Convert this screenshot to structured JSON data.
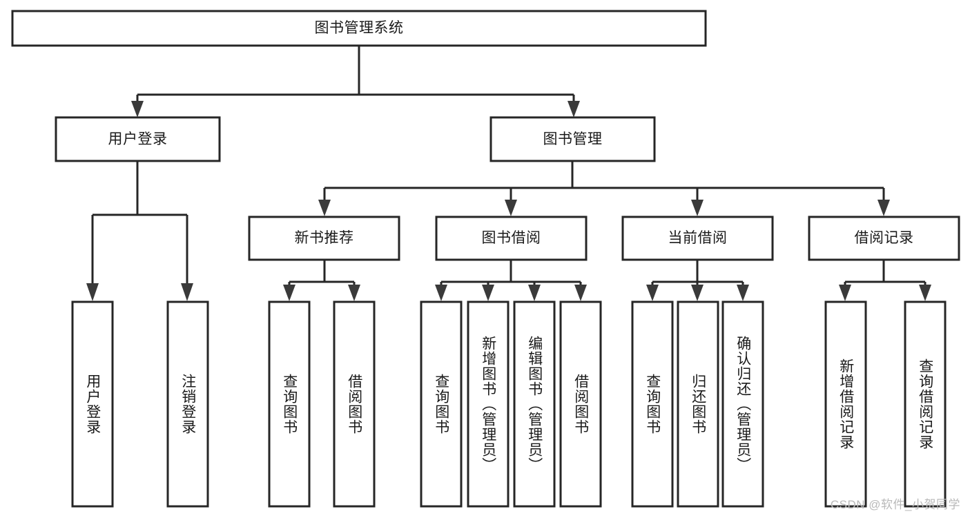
{
  "diagram": {
    "type": "tree-hierarchy-chart",
    "title": "图书管理系统",
    "background_color": "#ffffff",
    "box_stroke_color": "#262626",
    "text_color": "#1a1a1a",
    "nodes": {
      "root": {
        "label": "图书管理系统",
        "orientation": "horizontal"
      },
      "level2": [
        {
          "id": "user-login",
          "label": "用户登录",
          "orientation": "horizontal"
        },
        {
          "id": "book-manage",
          "label": "图书管理",
          "orientation": "horizontal"
        }
      ],
      "level3": [
        {
          "id": "new-book-recommend",
          "label": "新书推荐",
          "orientation": "horizontal"
        },
        {
          "id": "book-borrow",
          "label": "图书借阅",
          "orientation": "horizontal"
        },
        {
          "id": "current-borrow",
          "label": "当前借阅",
          "orientation": "horizontal"
        },
        {
          "id": "borrow-record",
          "label": "借阅记录",
          "orientation": "horizontal"
        }
      ],
      "leaves": [
        {
          "id": "leaf-user-login",
          "label": "用户登录",
          "parent": "user-login",
          "orientation": "vertical"
        },
        {
          "id": "leaf-logout-login",
          "label": "注销登录",
          "parent": "user-login",
          "orientation": "vertical"
        },
        {
          "id": "leaf-query-book-1",
          "label": "查询图书",
          "parent": "new-book-recommend",
          "orientation": "vertical"
        },
        {
          "id": "leaf-borrow-book-1",
          "label": "借阅图书",
          "parent": "new-book-recommend",
          "orientation": "vertical"
        },
        {
          "id": "leaf-query-book-2",
          "label": "查询图书",
          "parent": "book-borrow",
          "orientation": "vertical"
        },
        {
          "id": "leaf-add-book",
          "label": "新增图书（管理员）",
          "parent": "book-borrow",
          "orientation": "vertical"
        },
        {
          "id": "leaf-edit-book",
          "label": "编辑图书（管理员）",
          "parent": "book-borrow",
          "orientation": "vertical"
        },
        {
          "id": "leaf-borrow-book-2",
          "label": "借阅图书",
          "parent": "book-borrow",
          "orientation": "vertical"
        },
        {
          "id": "leaf-query-book-3",
          "label": "查询图书",
          "parent": "current-borrow",
          "orientation": "vertical"
        },
        {
          "id": "leaf-return-book",
          "label": "归还图书",
          "parent": "current-borrow",
          "orientation": "vertical"
        },
        {
          "id": "leaf-confirm-return",
          "label": "确认归还（管理员）",
          "parent": "current-borrow",
          "orientation": "vertical"
        },
        {
          "id": "leaf-add-record",
          "label": "新增借阅记录",
          "parent": "borrow-record",
          "orientation": "vertical"
        },
        {
          "id": "leaf-query-record",
          "label": "查询借阅记录",
          "parent": "borrow-record",
          "orientation": "vertical"
        }
      ]
    }
  },
  "watermark": {
    "text": "CSDN @软件_小贺同学"
  }
}
